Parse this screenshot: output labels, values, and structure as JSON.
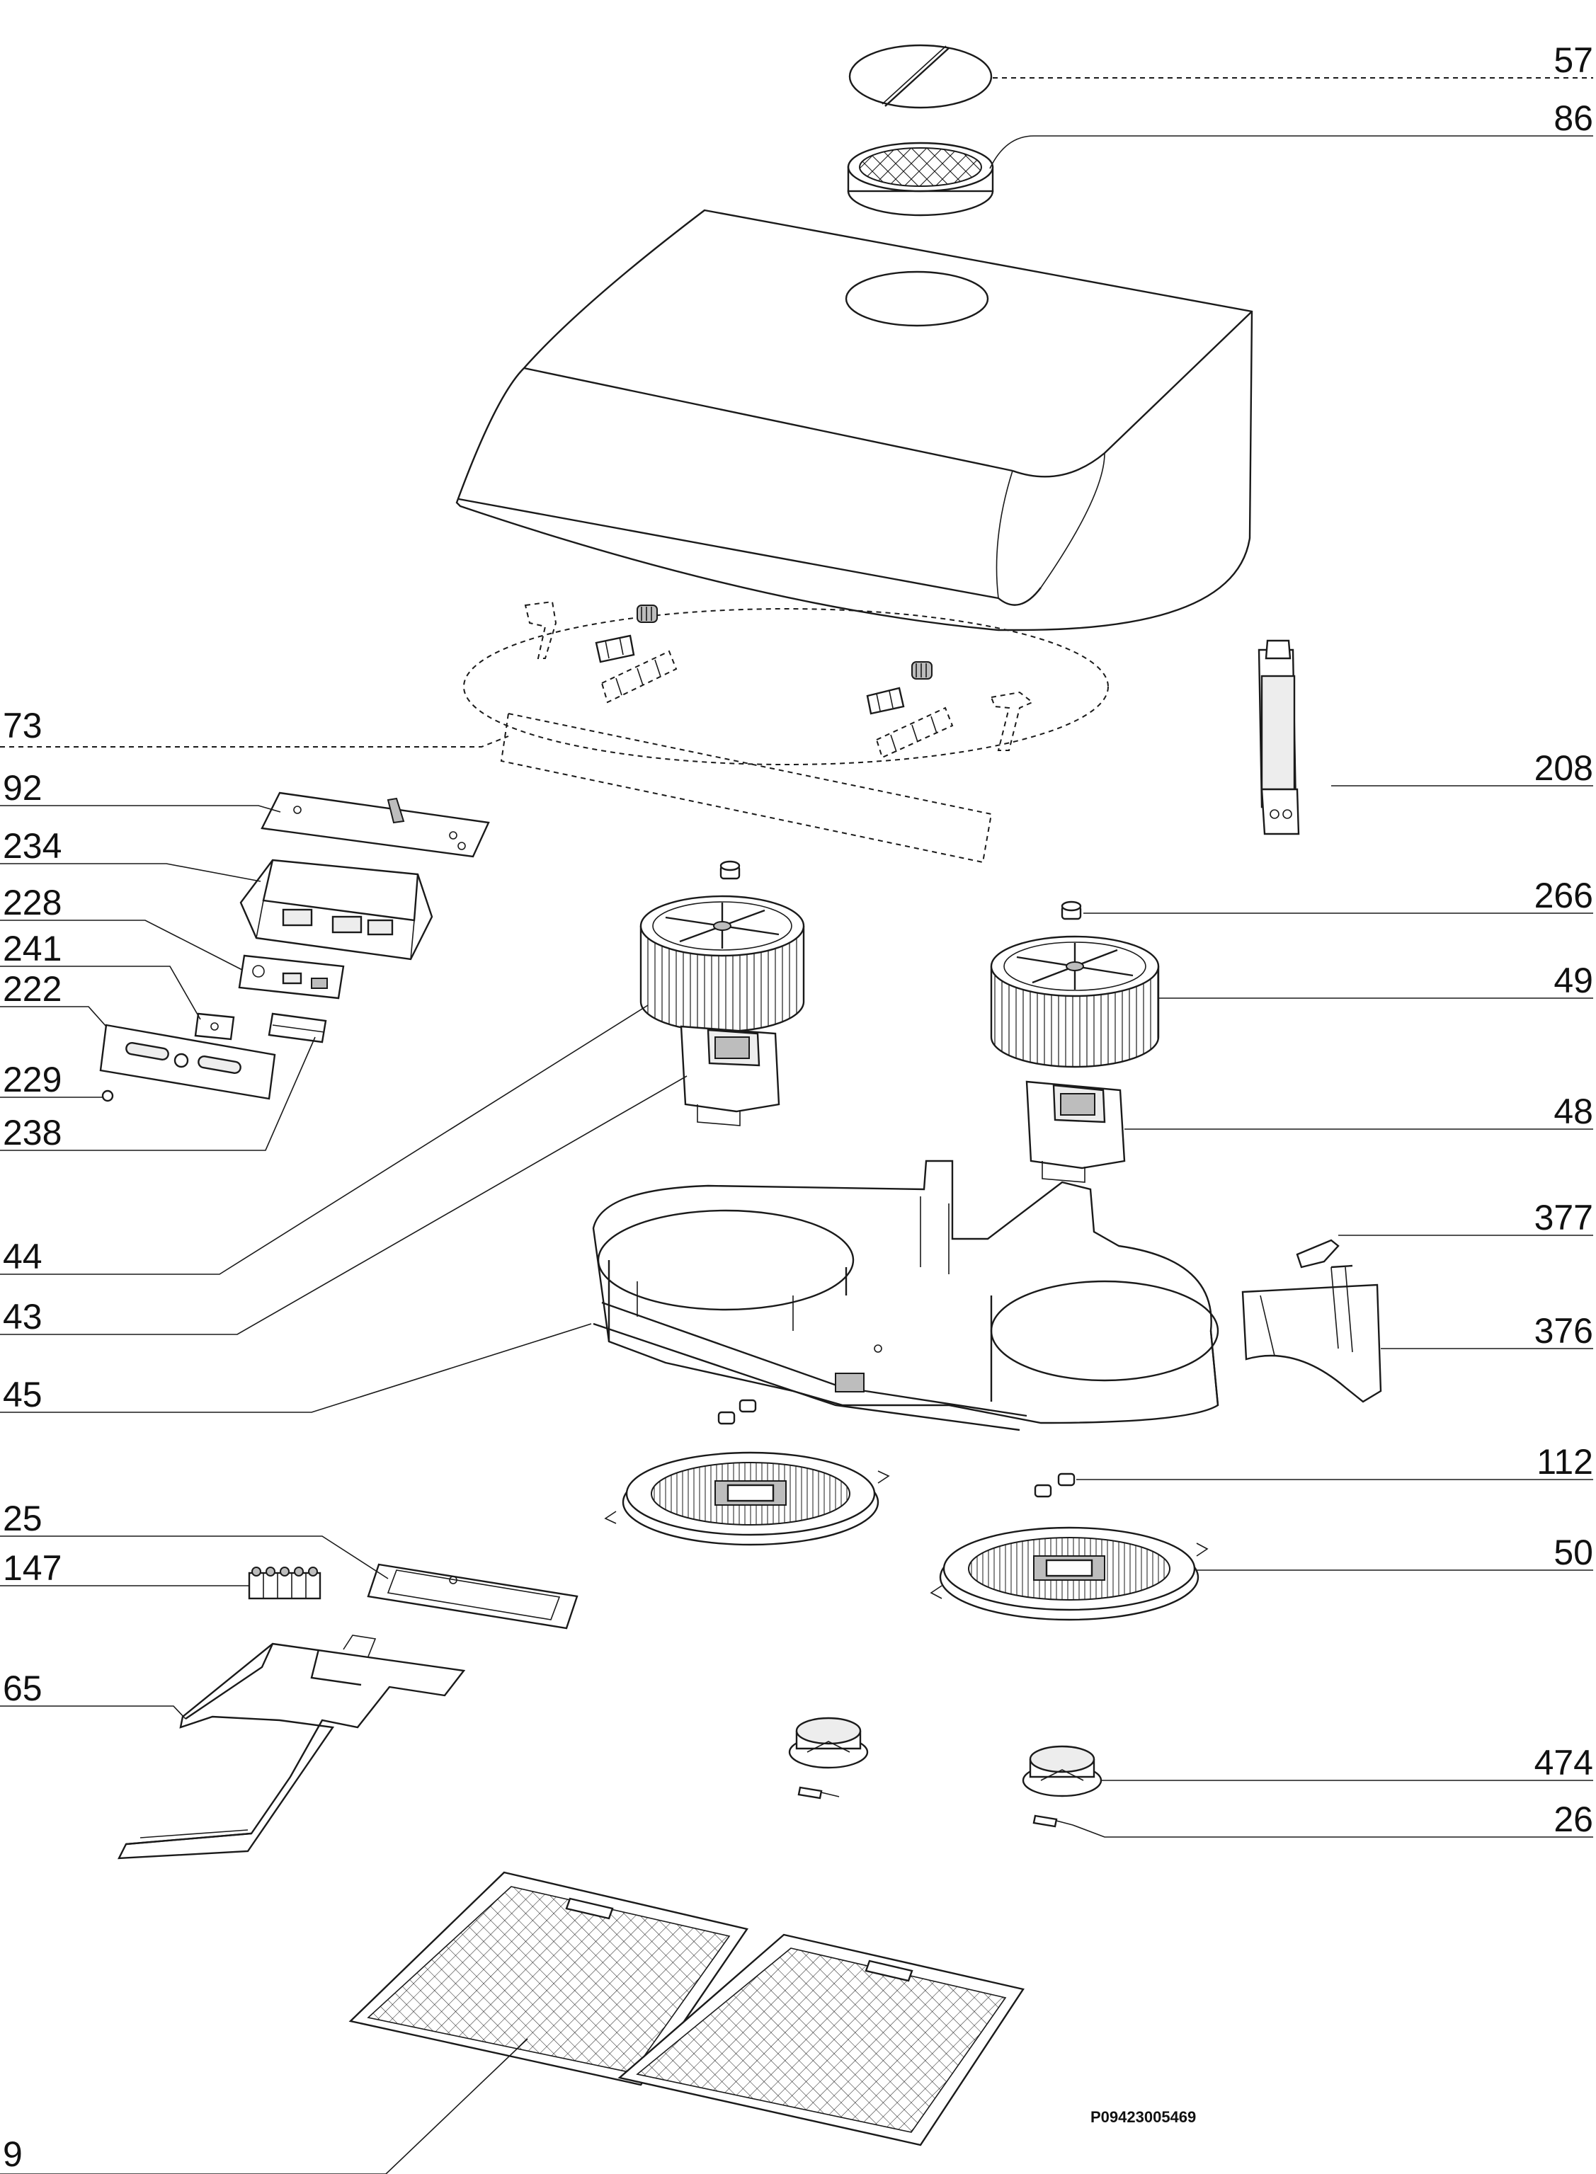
{
  "diagram": {
    "document_code": "P09423005469",
    "callouts": {
      "57": "57",
      "86": "86",
      "73": "73",
      "92": "92",
      "234": "234",
      "228": "228",
      "241": "241",
      "222": "222",
      "229": "229",
      "238": "238",
      "208": "208",
      "266": "266",
      "49": "49",
      "48": "48",
      "44": "44",
      "43": "43",
      "377": "377",
      "376": "376",
      "45": "45",
      "112": "112",
      "50": "50",
      "25": "25",
      "147": "147",
      "65": "65",
      "474": "474",
      "26": "26",
      "9": "9"
    }
  }
}
